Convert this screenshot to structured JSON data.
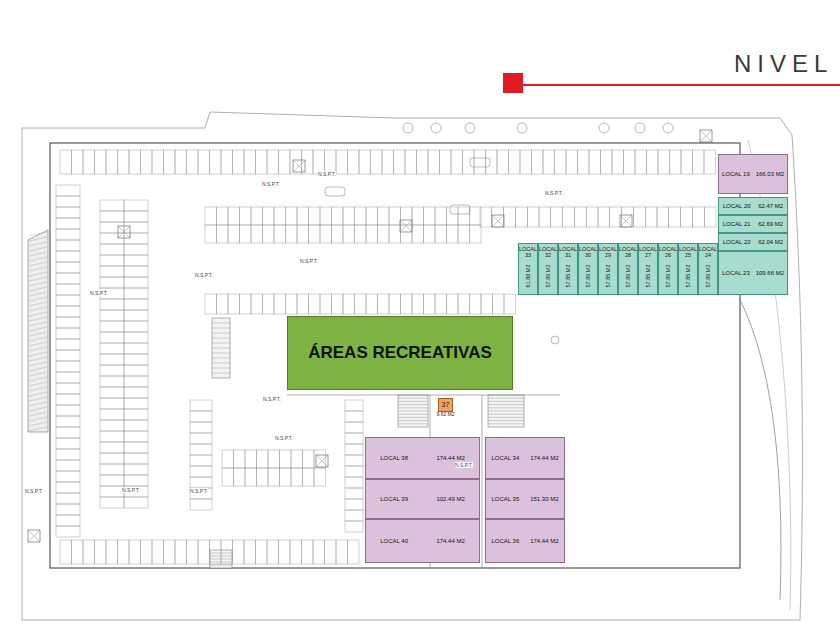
{
  "diagram": {
    "title": "NIVEL",
    "nodes": [
      {
        "text": [
          "LOCAL 19",
          "166.03 M2"
        ]
      },
      {
        "text": [
          "LOCAL 20",
          "62.47 M2"
        ]
      },
      {
        "text": [
          "LOCAL 21",
          "62.69 M2"
        ]
      },
      {
        "text": [
          "LOCAL 22",
          "62.04 M2"
        ]
      },
      {
        "text": [
          "LOCAL 33",
          "61.88 M2"
        ]
      },
      {
        "text": [
          "LOCAL 32",
          "57.85 M2"
        ]
      },
      {
        "text": [
          "LOCAL 31",
          "57.85 M2"
        ]
      },
      {
        "text": [
          "LOCAL 30",
          "57.85 M2"
        ]
      },
      {
        "text": [
          "LOCAL 29",
          "57.85 M2"
        ]
      },
      {
        "text": [
          "LOCAL 28",
          "57.85 M2"
        ]
      },
      {
        "text": [
          "LOCAL 27",
          "57.85 M2"
        ]
      },
      {
        "text": [
          "LOCAL 26",
          "57.85 M2"
        ]
      },
      {
        "text": [
          "LOCAL 25",
          "57.85 M2"
        ]
      },
      {
        "text": [
          "LOCAL 24",
          "57.85 M2"
        ]
      },
      {
        "text": [
          "LOCAL 23",
          "109.66 M2"
        ]
      },
      {
        "text": [
          "ÁREAS RECREATIVAS"
        ]
      },
      {
        "text": [
          "37",
          "9.62 M2"
        ]
      },
      {
        "text": [
          "LOCAL 38",
          "174.44 M2"
        ]
      },
      {
        "text": [
          "LOCAL 34",
          "174.44 M2"
        ]
      },
      {
        "text": [
          "LOCAL 39",
          "102.49 M2"
        ]
      },
      {
        "text": [
          "LOCAL 35",
          "151.30 M2"
        ]
      },
      {
        "text": [
          "LOCAL 40",
          "174.44 M2"
        ]
      },
      {
        "text": [
          "LOCAL 36",
          "174.44 M2"
        ]
      }
    ],
    "labels": [
      "N.S.P.T.",
      "N.S.P.T.",
      "N.S.P.T.",
      "N.S.P.T.",
      "N.S.P.T.",
      "N.S.P.T.",
      "N.S.P.T.",
      "N.S.P.T.",
      "N.S.P.T.",
      "N.S.P.T.",
      "N.S.P.T.",
      "N.S.P.T."
    ]
  }
}
